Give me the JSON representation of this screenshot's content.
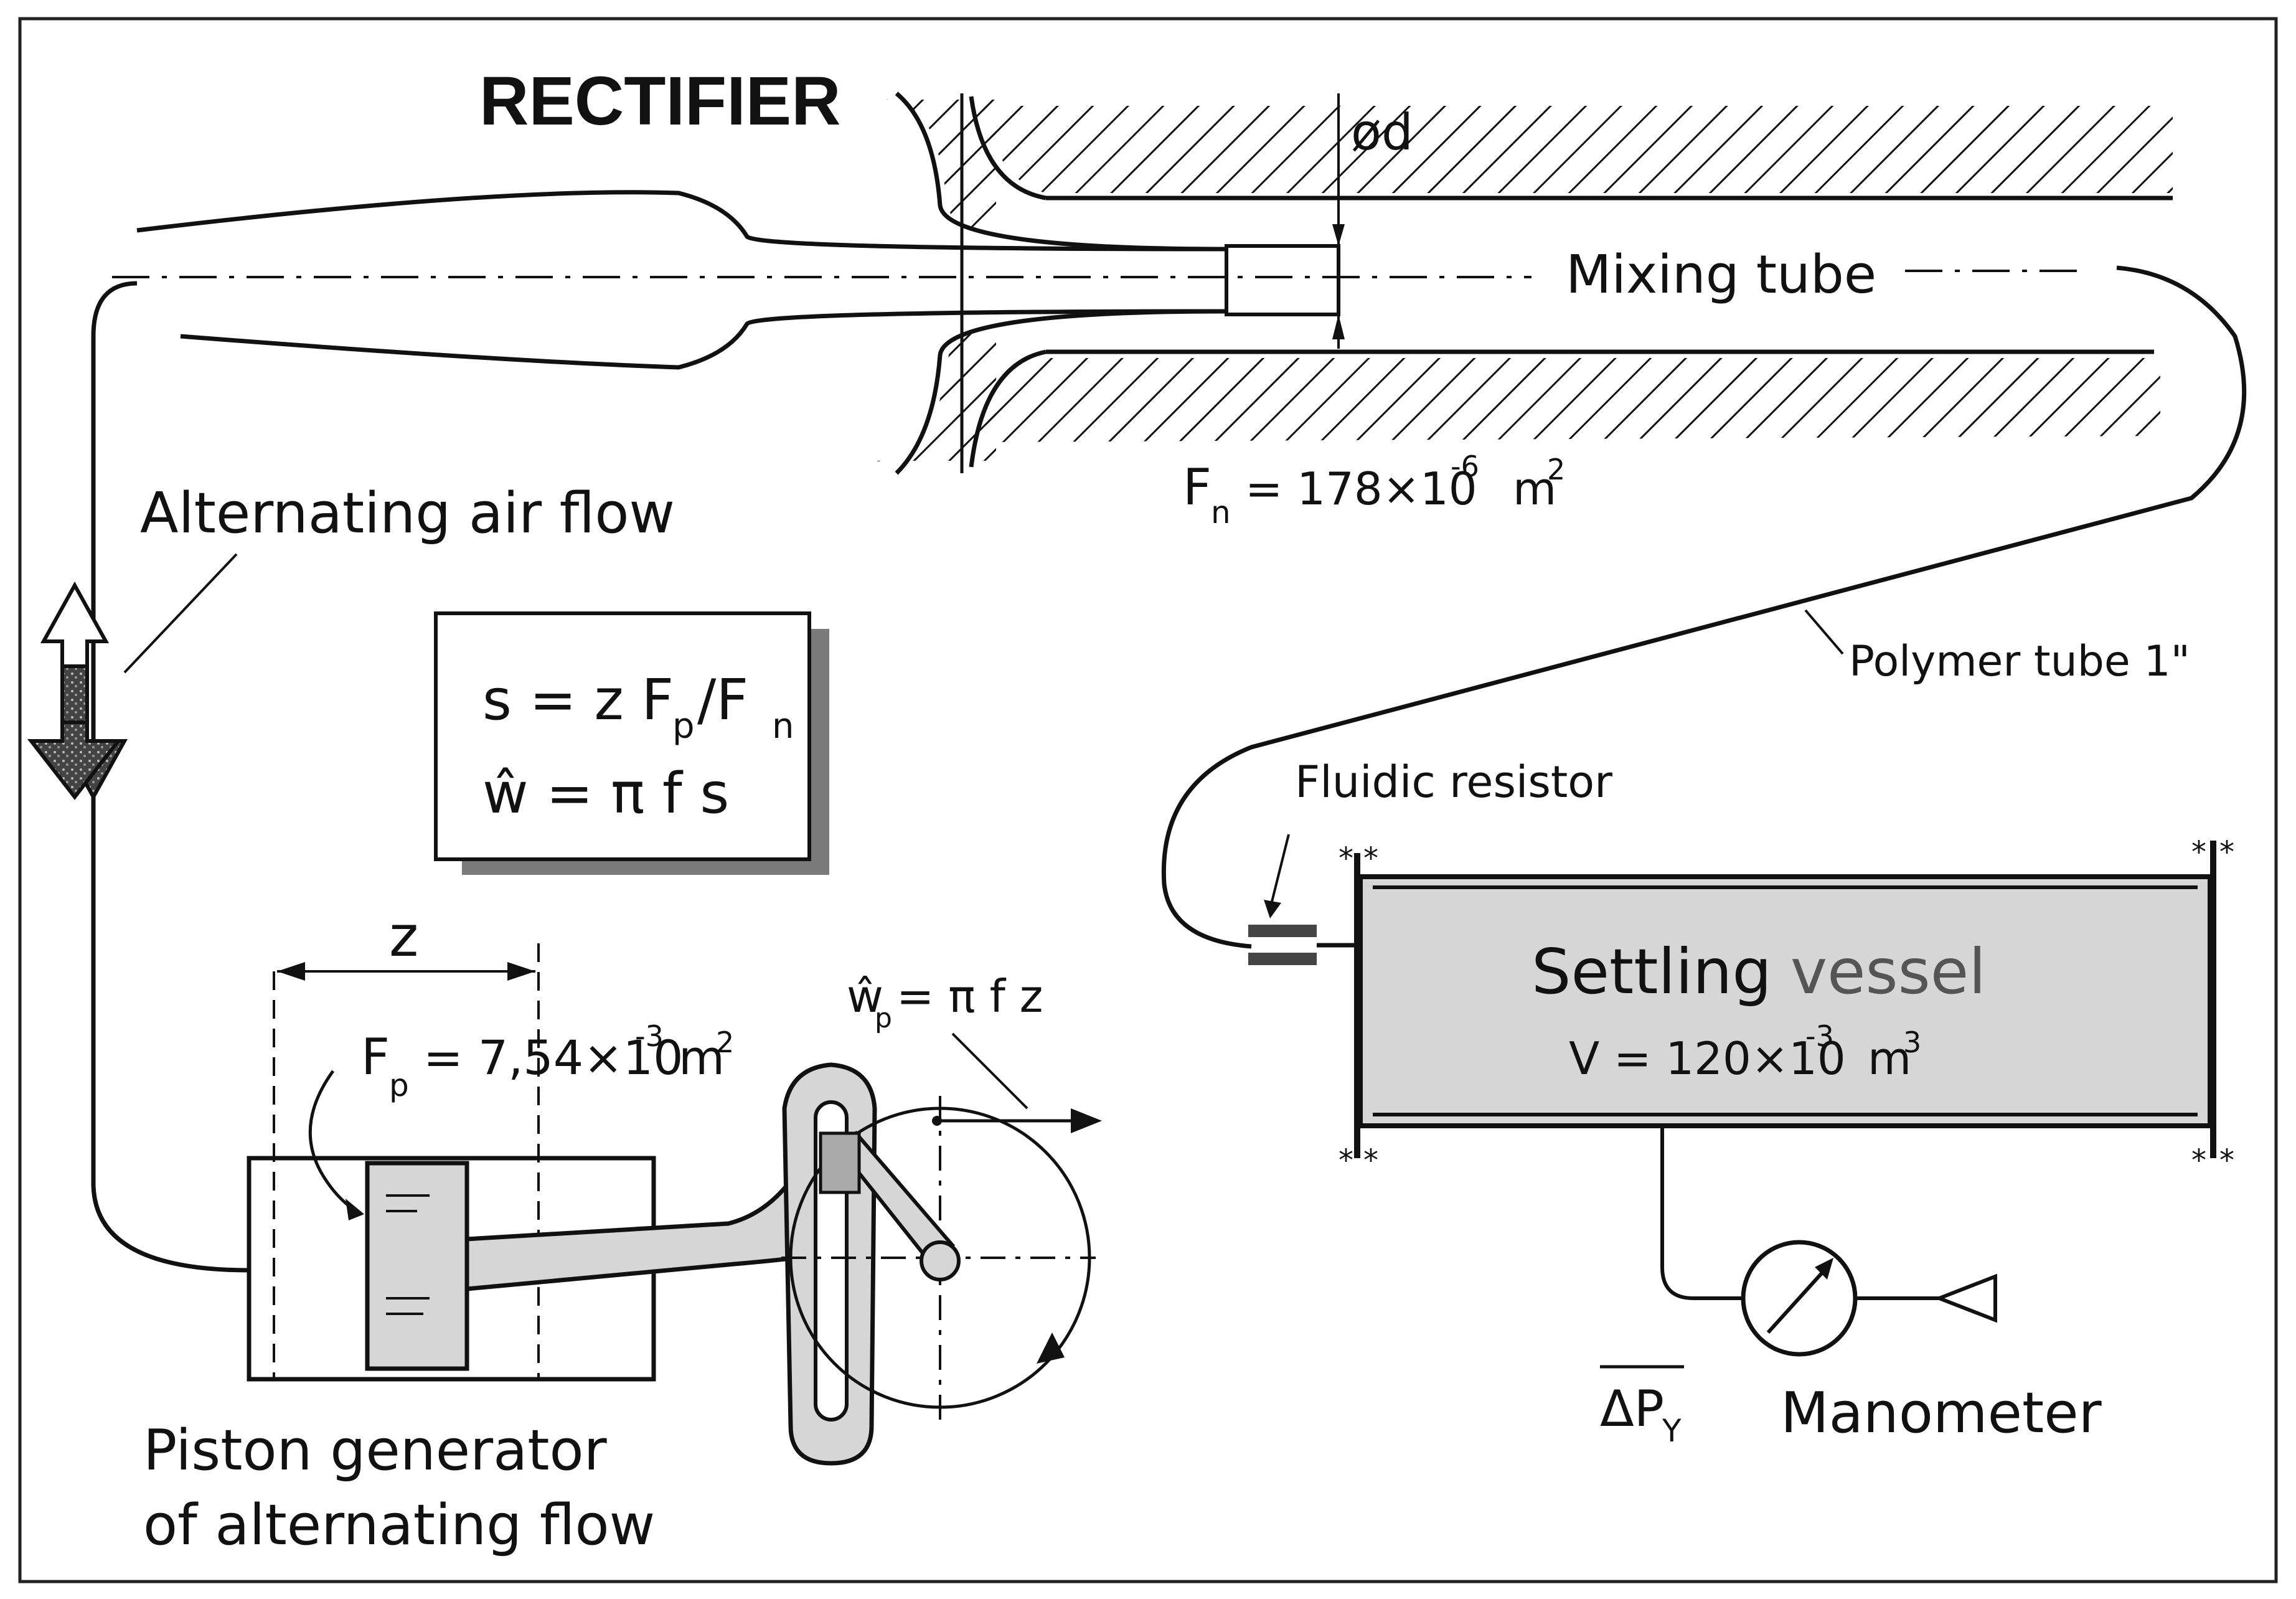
{
  "labels": {
    "rectifier": "RECTIFIER",
    "diameter": "ød",
    "mixing_tube": "Mixing tube",
    "fn_area_lhs": "F",
    "fn_sub": "n",
    "fn_area_rhs": "= 178×10",
    "fn_exp": "-6",
    "fn_unit": "m",
    "fn_unit_exp": "2",
    "alternating_air_flow": "Alternating air flow",
    "polymer_tube": "Polymer tube 1\"",
    "fluidic_resistor": "Fluidic resistor",
    "settling_vessel_a": "Settling",
    "settling_vessel_b": "vessel",
    "vessel_volume_lhs": "V = 120×10",
    "vessel_volume_exp": "-3",
    "vessel_volume_unit": "m",
    "vessel_volume_unit_exp": "3",
    "z_label": "z",
    "fp_lhs": "F",
    "fp_sub": "p",
    "fp_rhs": "= 7,54×10",
    "fp_exp": "-3",
    "fp_unit": "m",
    "fp_unit_exp": "2",
    "wp_lhs": "ŵ",
    "wp_sub": "p",
    "wp_rhs": "= π f z",
    "formula_1_lhs": "s = z F",
    "formula_1_sub1": "p",
    "formula_1_mid": "/F",
    "formula_1_sub2": "n",
    "formula_2": "ŵ = π f  s",
    "piston_line1": "Piston generator",
    "piston_line2": "of alternating flow",
    "delta_p": "ΔP",
    "delta_p_sub": "Y",
    "manometer": "Manometer"
  },
  "colors": {
    "ink": "#111111",
    "vessel_fill": "#d6d6d6",
    "shadow": "#7a7a7a",
    "border": "#222222"
  }
}
